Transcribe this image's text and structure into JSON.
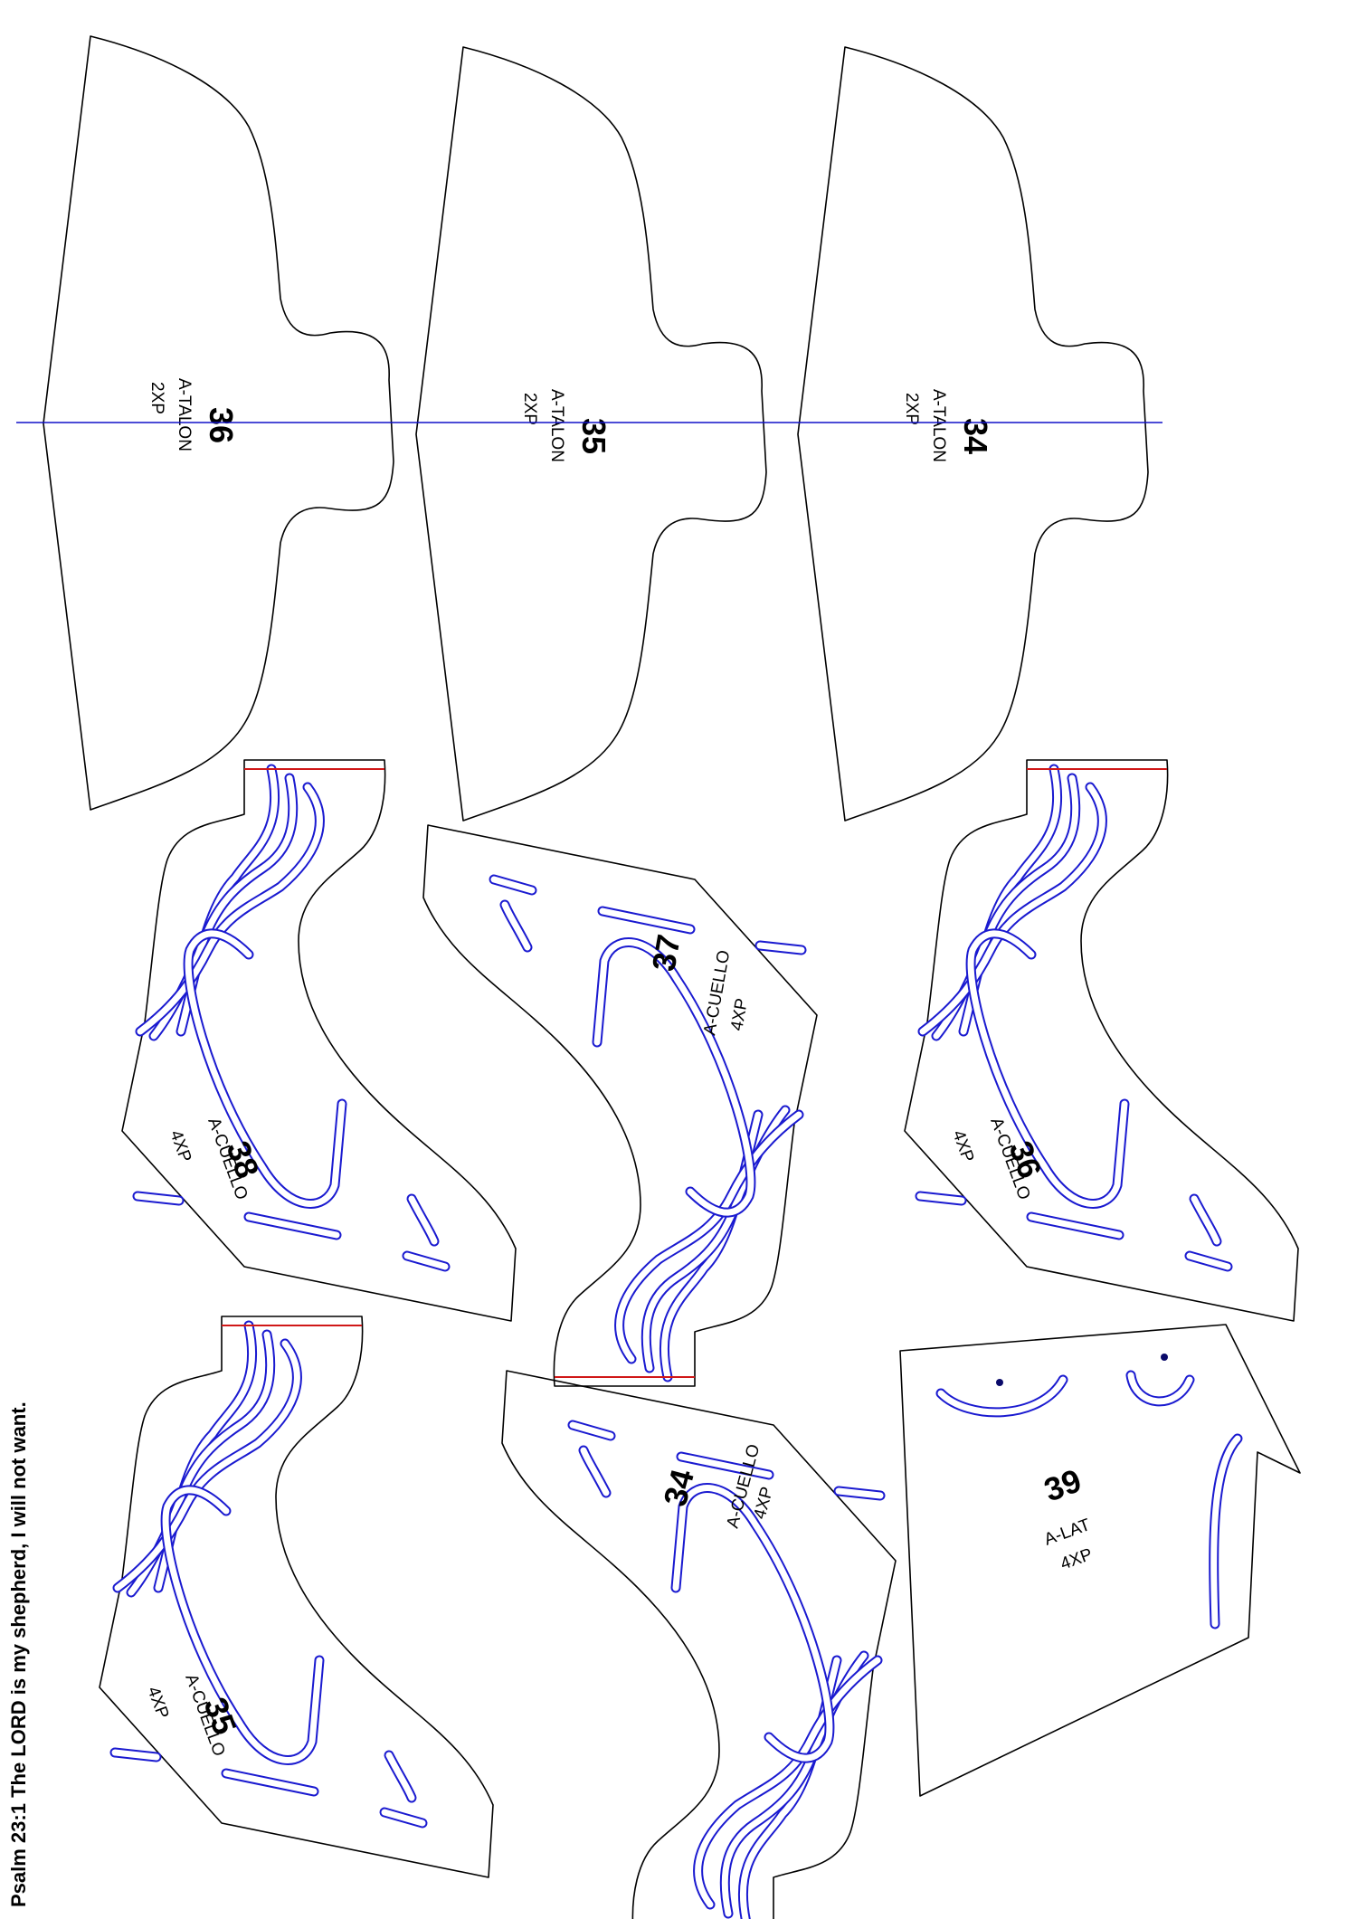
{
  "footer": {
    "verse": "Psalm 23:1 The LORD is my shepherd, I will not want."
  },
  "pieces": [
    {
      "id": "p-talon-36",
      "number": "36",
      "name": "A-TALON",
      "qty": "2XP"
    },
    {
      "id": "p-talon-35",
      "number": "35",
      "name": "A-TALON",
      "qty": "2XP"
    },
    {
      "id": "p-talon-34",
      "number": "34",
      "name": "A-TALON",
      "qty": "2XP"
    },
    {
      "id": "p-cuello-38",
      "number": "38",
      "name": "A-CUELLO",
      "qty": "4XP"
    },
    {
      "id": "p-cuello-37",
      "number": "37",
      "name": "A-CUELLO",
      "qty": "4XP"
    },
    {
      "id": "p-cuello-36",
      "number": "36",
      "name": "A-CUELLO",
      "qty": "4XP"
    },
    {
      "id": "p-cuello-35",
      "number": "35",
      "name": "A-CUELLO",
      "qty": "4XP"
    },
    {
      "id": "p-cuello-34",
      "number": "34",
      "name": "A-CUELLO",
      "qty": "4XP"
    },
    {
      "id": "p-lat-39",
      "number": "39",
      "name": "A-LAT",
      "qty": "4XP"
    }
  ],
  "colors": {
    "outline": "#000000",
    "guide": "#1010c8",
    "slot": "#1a1ad0",
    "edge": "#d01818",
    "punch": "#0a0a6a"
  }
}
